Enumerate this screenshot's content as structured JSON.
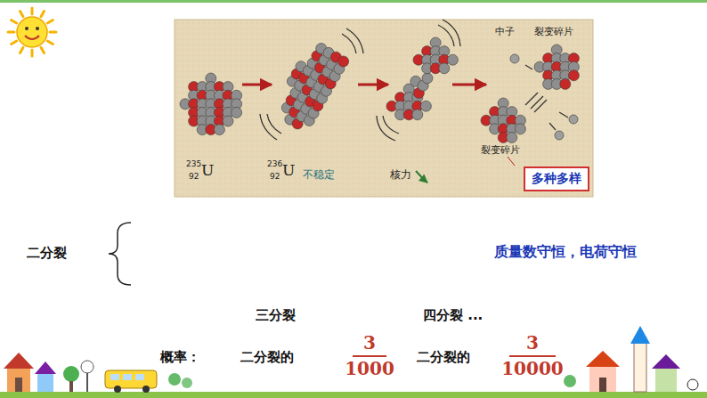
{
  "diagram": {
    "nodes": [
      {
        "text": [
          "多种多样"
        ]
      }
    ],
    "labels": [
      "235",
      "92",
      "U",
      "236",
      "92",
      "U",
      "不稳定",
      "核力",
      "中子",
      "裂变碎片",
      "裂变碎片",
      "二分裂",
      "质量数守恒，电荷守恒",
      "三分裂",
      "四分裂 ...",
      "概率：",
      "二分裂的",
      "3",
      "1000",
      "二分裂的",
      "3",
      "10000"
    ]
  }
}
